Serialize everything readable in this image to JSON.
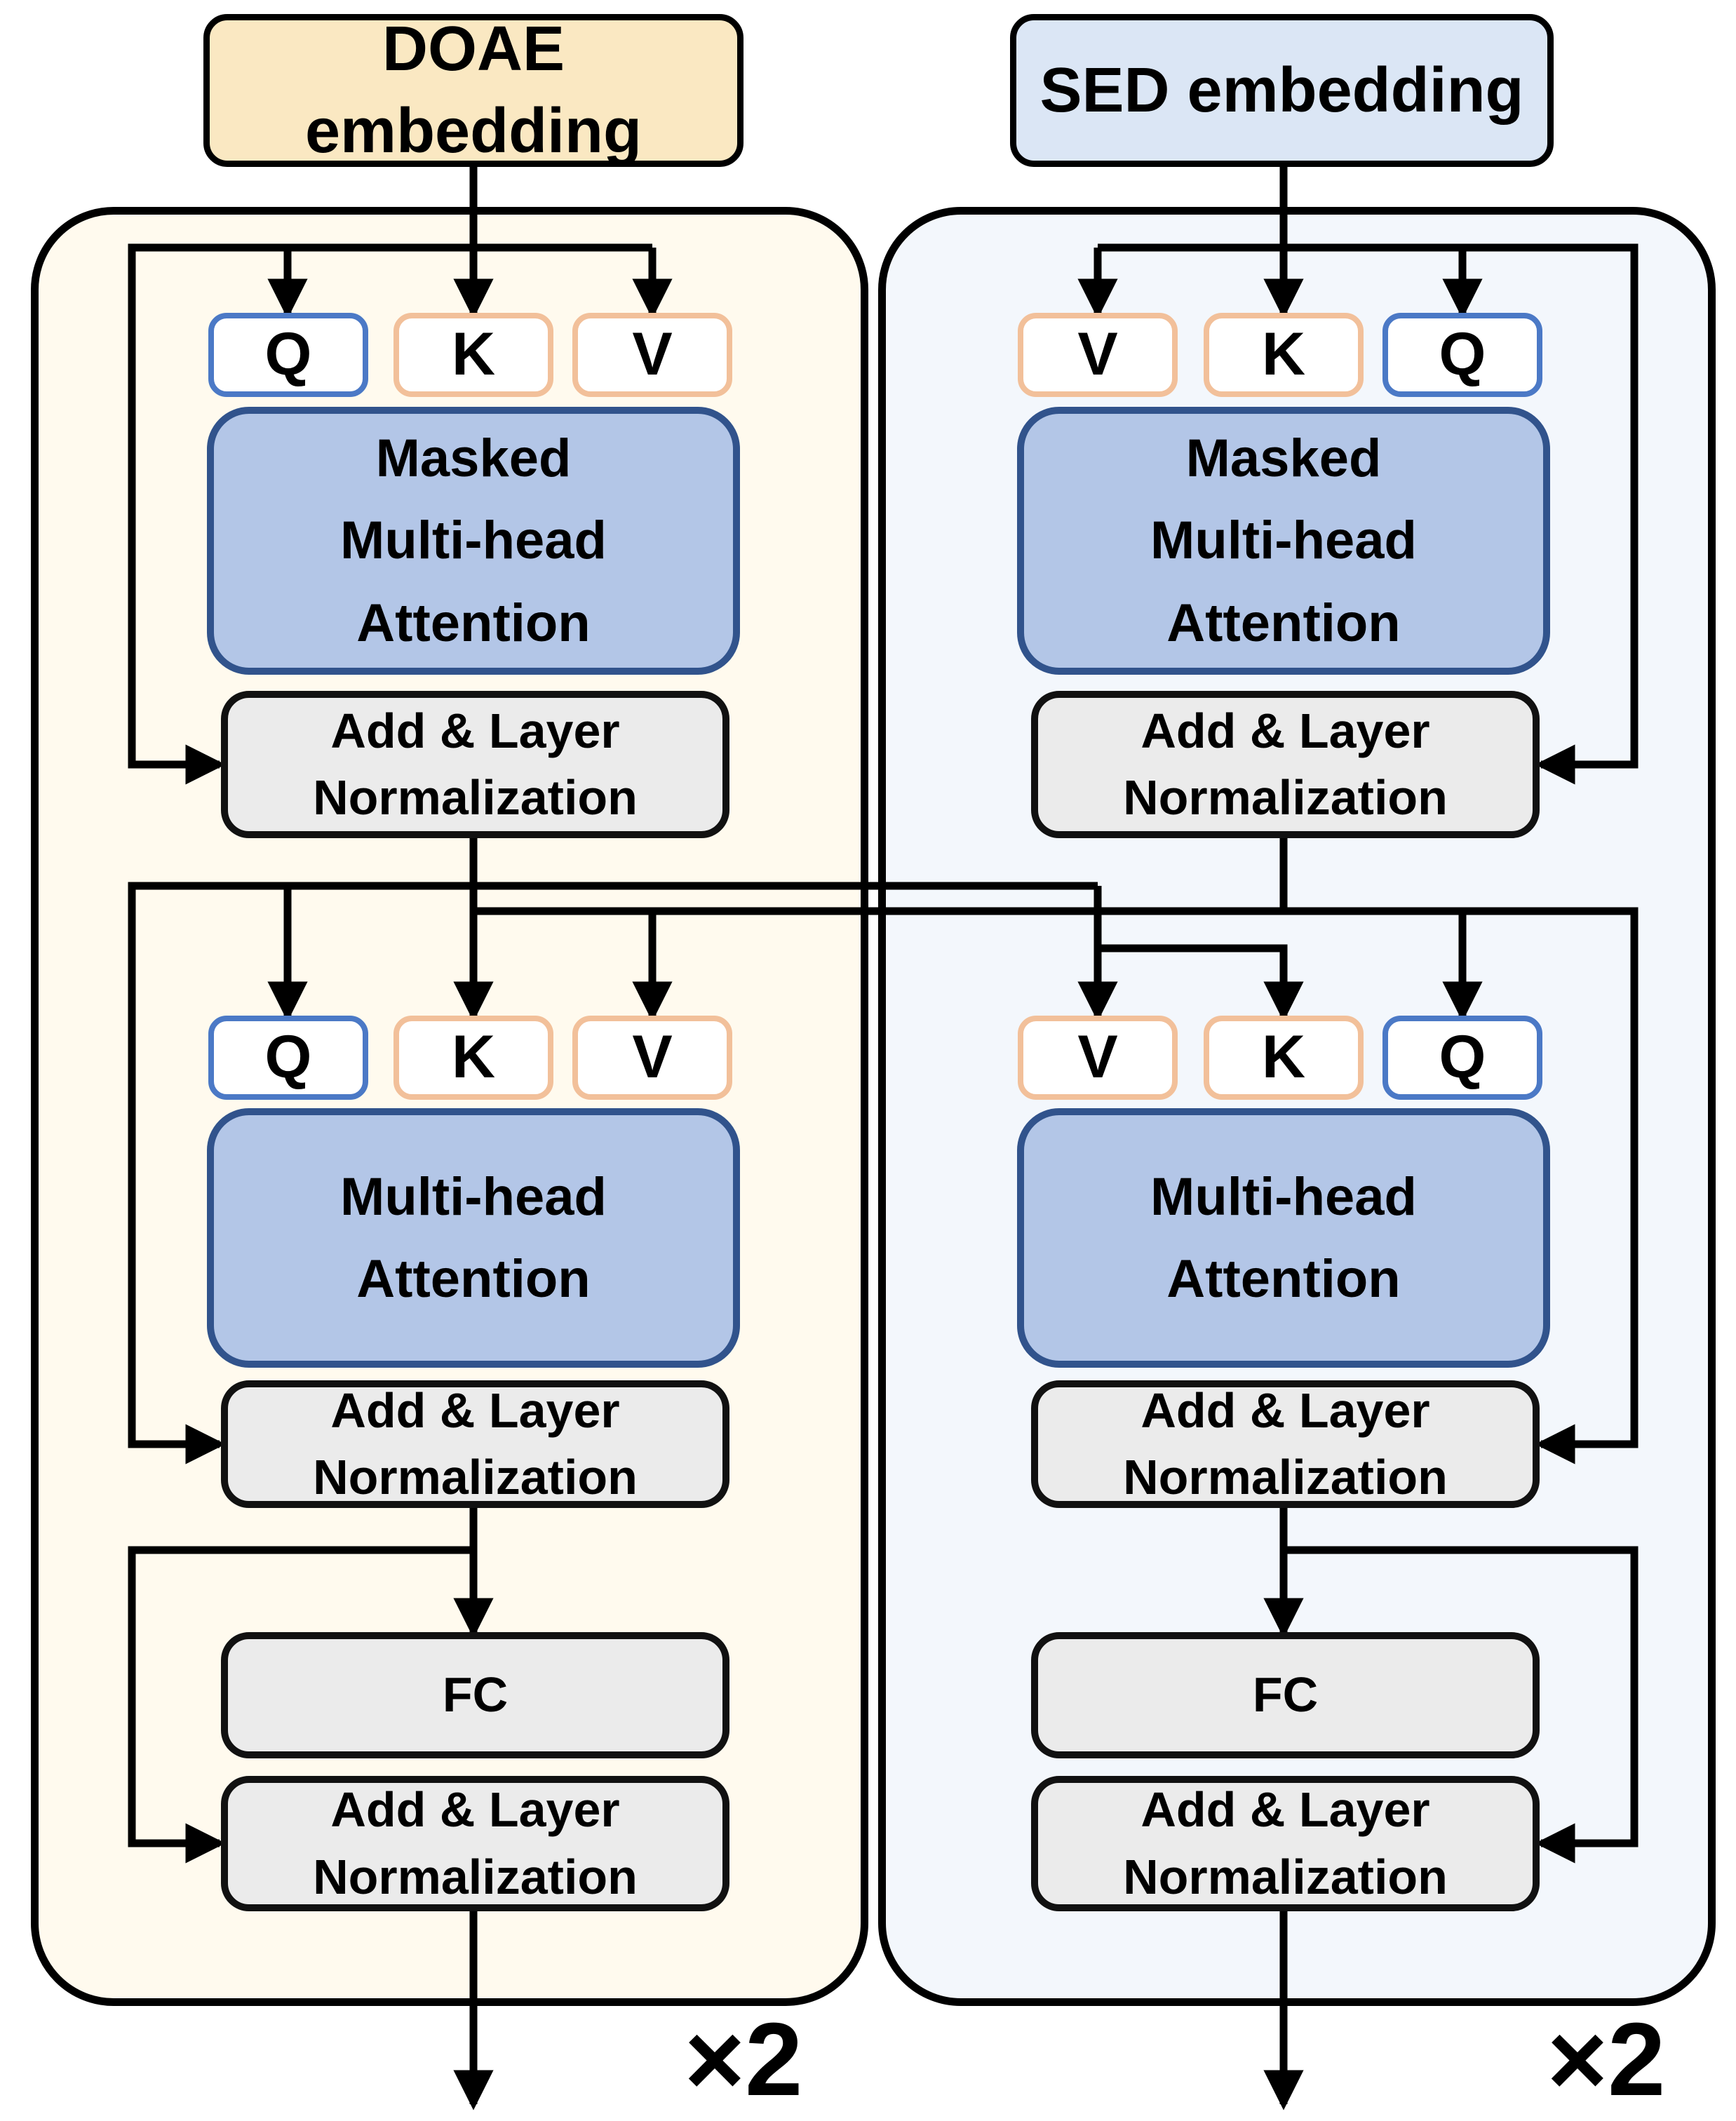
{
  "labels": {
    "doae": "DOAE embedding",
    "sed": "SED embedding",
    "q": "Q",
    "k": "K",
    "v": "V",
    "masked_mha": [
      "Masked",
      "Multi-head",
      "Attention"
    ],
    "mha": [
      "Multi-head",
      "Attention"
    ],
    "add_norm": [
      "Add & Layer",
      "Normalization"
    ],
    "fc": "FC",
    "repeat": "×2"
  },
  "colors": {
    "doae-fill": "#FAE8C2",
    "sed-fill": "#DBE6F5",
    "left-panel-fill": "#FFFAEE",
    "right-panel-fill": "#F3F7FC",
    "attention-fill": "#B3C6E7",
    "attention-stroke": "#31538C",
    "gray-fill": "#EBEBEB",
    "orange-accent": "#F2C09A",
    "blue-accent": "#4B79C6",
    "line-color": "#000000",
    "box-stroke": "#111111"
  }
}
